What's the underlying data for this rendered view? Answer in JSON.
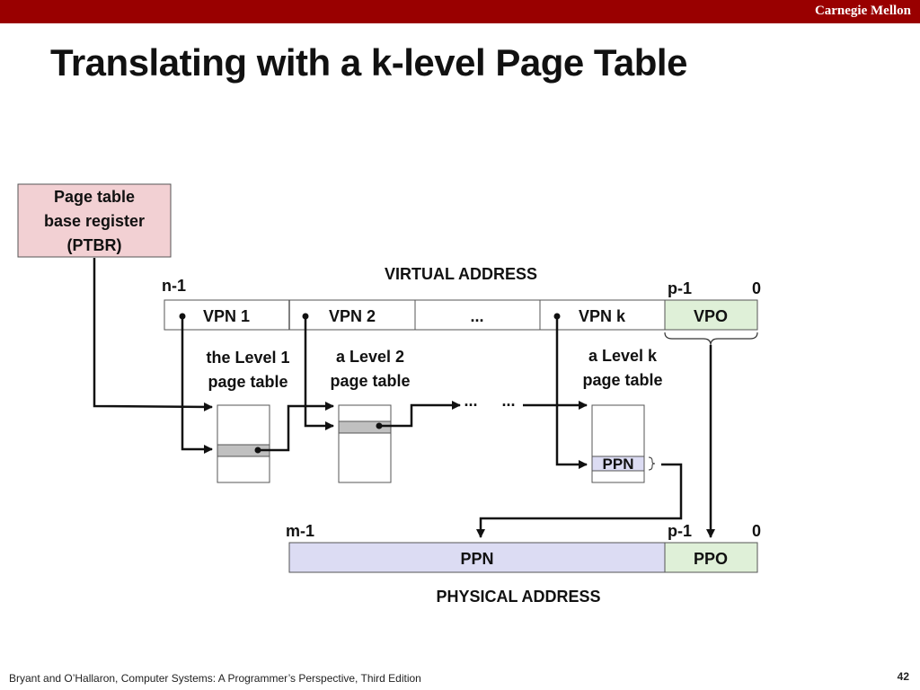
{
  "header": {
    "brand": "Carnegie Mellon"
  },
  "title": "Translating with a k-level Page Table",
  "ptbr": {
    "line1": "Page table",
    "line2": "base register",
    "line3": "(PTBR)"
  },
  "virtual_address": {
    "label": "VIRTUAL ADDRESS",
    "msb_label": "n-1",
    "offset_high_label": "p-1",
    "offset_low_label": "0",
    "fields": [
      "VPN 1",
      "VPN 2",
      "...",
      "VPN k",
      "VPO"
    ]
  },
  "tables": {
    "level1": {
      "line1": "the Level 1",
      "line2": "page table"
    },
    "level2": {
      "line1": "a Level 2",
      "line2": "page table"
    },
    "levelk": {
      "line1": "a Level k",
      "line2": "page table"
    },
    "ellipsis1": "...",
    "ellipsis2": "...",
    "ppn_entry": "PPN"
  },
  "physical_address": {
    "label": "PHYSICAL ADDRESS",
    "msb_label": "m-1",
    "offset_high_label": "p-1",
    "offset_low_label": "0",
    "fields": [
      "PPN",
      "PPO"
    ]
  },
  "footer": {
    "citation": "Bryant and O’Hallaron, Computer Systems: A Programmer’s Perspective, Third Edition",
    "page_number": "42"
  },
  "colors": {
    "header_bar": "#990000",
    "ptbr_fill": "#f2d0d3",
    "offset_fill": "#dff0d8",
    "ppn_fill": "#dcdcf3",
    "entry_fill": "#c0c0c0"
  }
}
